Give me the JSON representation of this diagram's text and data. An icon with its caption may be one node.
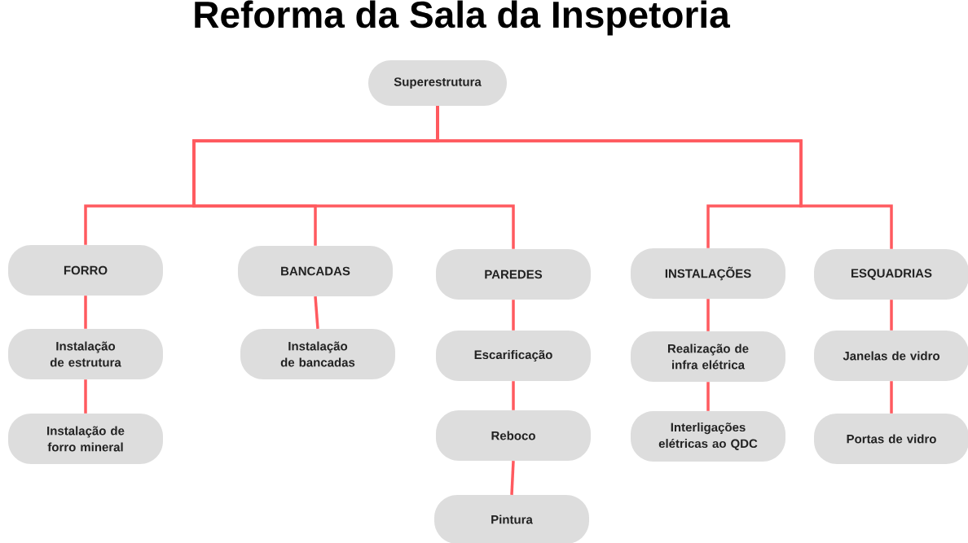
{
  "diagram": {
    "title": "Reforma da Sala da Inspetoria",
    "nodes": [
      {
        "text": [
          "Superestrutura"
        ]
      },
      {
        "text": [
          "FORRO"
        ]
      },
      {
        "text": [
          "Instalação de estrutura"
        ]
      },
      {
        "text": [
          "Instalação de forro mineral"
        ]
      },
      {
        "text": [
          "BANCADAS"
        ]
      },
      {
        "text": [
          "Instalação de bancadas"
        ]
      },
      {
        "text": [
          "PAREDES"
        ]
      },
      {
        "text": [
          "Escarificação"
        ]
      },
      {
        "text": [
          "Reboco"
        ]
      },
      {
        "text": [
          "Pintura"
        ]
      },
      {
        "text": [
          "INSTALAÇÕES"
        ]
      },
      {
        "text": [
          "Realização de infra elétrica"
        ]
      },
      {
        "text": [
          "Interligações elétricas ao QDC"
        ]
      },
      {
        "text": [
          "ESQUADRIAS"
        ]
      },
      {
        "text": [
          "Janelas de vidro"
        ]
      },
      {
        "text": [
          "Portas de vidro"
        ]
      }
    ],
    "edges": [
      {
        "from": 0,
        "to": 1,
        "arrow": "none"
      },
      {
        "from": 0,
        "to": 4,
        "arrow": "none"
      },
      {
        "from": 0,
        "to": 6,
        "arrow": "none"
      },
      {
        "from": 0,
        "to": 10,
        "arrow": "none"
      },
      {
        "from": 0,
        "to": 13,
        "arrow": "none"
      },
      {
        "from": 1,
        "to": 2,
        "arrow": "none"
      },
      {
        "from": 2,
        "to": 3,
        "arrow": "none"
      },
      {
        "from": 4,
        "to": 5,
        "arrow": "none"
      },
      {
        "from": 6,
        "to": 7,
        "arrow": "none"
      },
      {
        "from": 7,
        "to": 8,
        "arrow": "none"
      },
      {
        "from": 8,
        "to": 9,
        "arrow": "none"
      },
      {
        "from": 10,
        "to": 11,
        "arrow": "none"
      },
      {
        "from": 11,
        "to": 12,
        "arrow": "none"
      },
      {
        "from": 13,
        "to": 14,
        "arrow": "none"
      },
      {
        "from": 14,
        "to": 15,
        "arrow": "none"
      }
    ]
  }
}
